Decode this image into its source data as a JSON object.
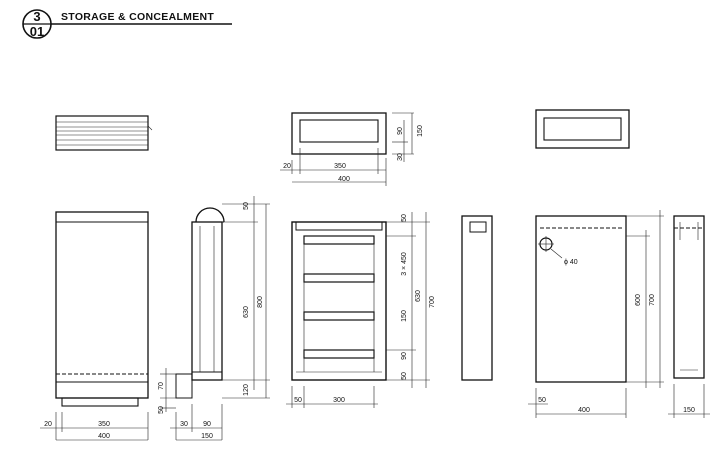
{
  "header": {
    "section": "3",
    "sheet": "01",
    "title": "STORAGE & CONCEALMENT"
  },
  "dimensions": {
    "d20a": "20",
    "d350a": "350",
    "d400a": "400",
    "d30v": "30",
    "d90v": "90",
    "d150v": "150",
    "d20b": "20",
    "d350b": "350",
    "d400b": "400",
    "d50a": "50",
    "d630a": "630",
    "d800a": "800",
    "d70": "70",
    "d120": "120",
    "d50b": "50",
    "d30c": "30",
    "d90c": "90",
    "d150c": "150",
    "d50c": "50",
    "d3x450": "3 × 450",
    "d150d": "150",
    "d90d": "90",
    "d50d": "50",
    "d630b": "630",
    "d700a": "700",
    "d50e": "50",
    "d300": "300",
    "dia40": "ϕ 40",
    "d600": "600",
    "d700b": "700",
    "d50f": "50",
    "d400c": "400",
    "d150e": "150"
  },
  "colors": {
    "ink": "#111111",
    "paper": "#ffffff"
  }
}
